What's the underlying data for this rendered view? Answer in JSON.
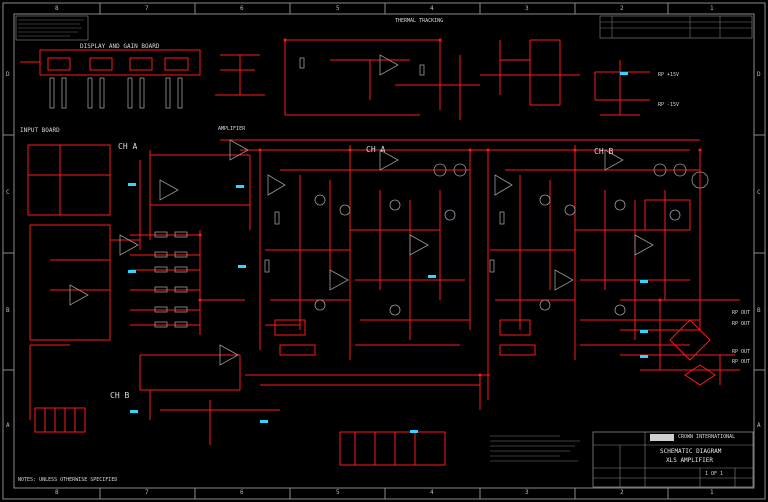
{
  "border": {
    "columns": [
      "8",
      "7",
      "6",
      "5",
      "4",
      "3",
      "2",
      "1"
    ],
    "rows": [
      "D",
      "C",
      "B",
      "A"
    ]
  },
  "sections": {
    "display_board": "DISPLAY AND GAIN BOARD",
    "input_board": "INPUT BOARD",
    "amplifier": "AMPLIFIER",
    "thermal": "THERMAL TRACKING",
    "ch_a_left": "CH A",
    "ch_b_left": "CH B",
    "ch_a_main": "CH A",
    "ch_b_main": "CH B"
  },
  "outputs": {
    "rp_top_1": "RP +15V",
    "rp_top_2": "RP -15V",
    "out_1": "RP OUT",
    "out_2": "RP OUT",
    "out_3": "RP OUT",
    "out_4": "RP OUT"
  },
  "title_block": {
    "company": "CROWN INTERNATIONAL",
    "title_line1": "SCHEMATIC DIAGRAM",
    "title_line2": "XLS AMPLIFIER",
    "sheet": "1 OF 1"
  },
  "footnote": "NOTES: UNLESS OTHERWISE SPECIFIED",
  "colors": {
    "background": "#000000",
    "wire": "#ff1a1a",
    "component": "#9a9a9a",
    "text": "#d8d8d8",
    "accent_cyan": "#2fd6ff"
  }
}
